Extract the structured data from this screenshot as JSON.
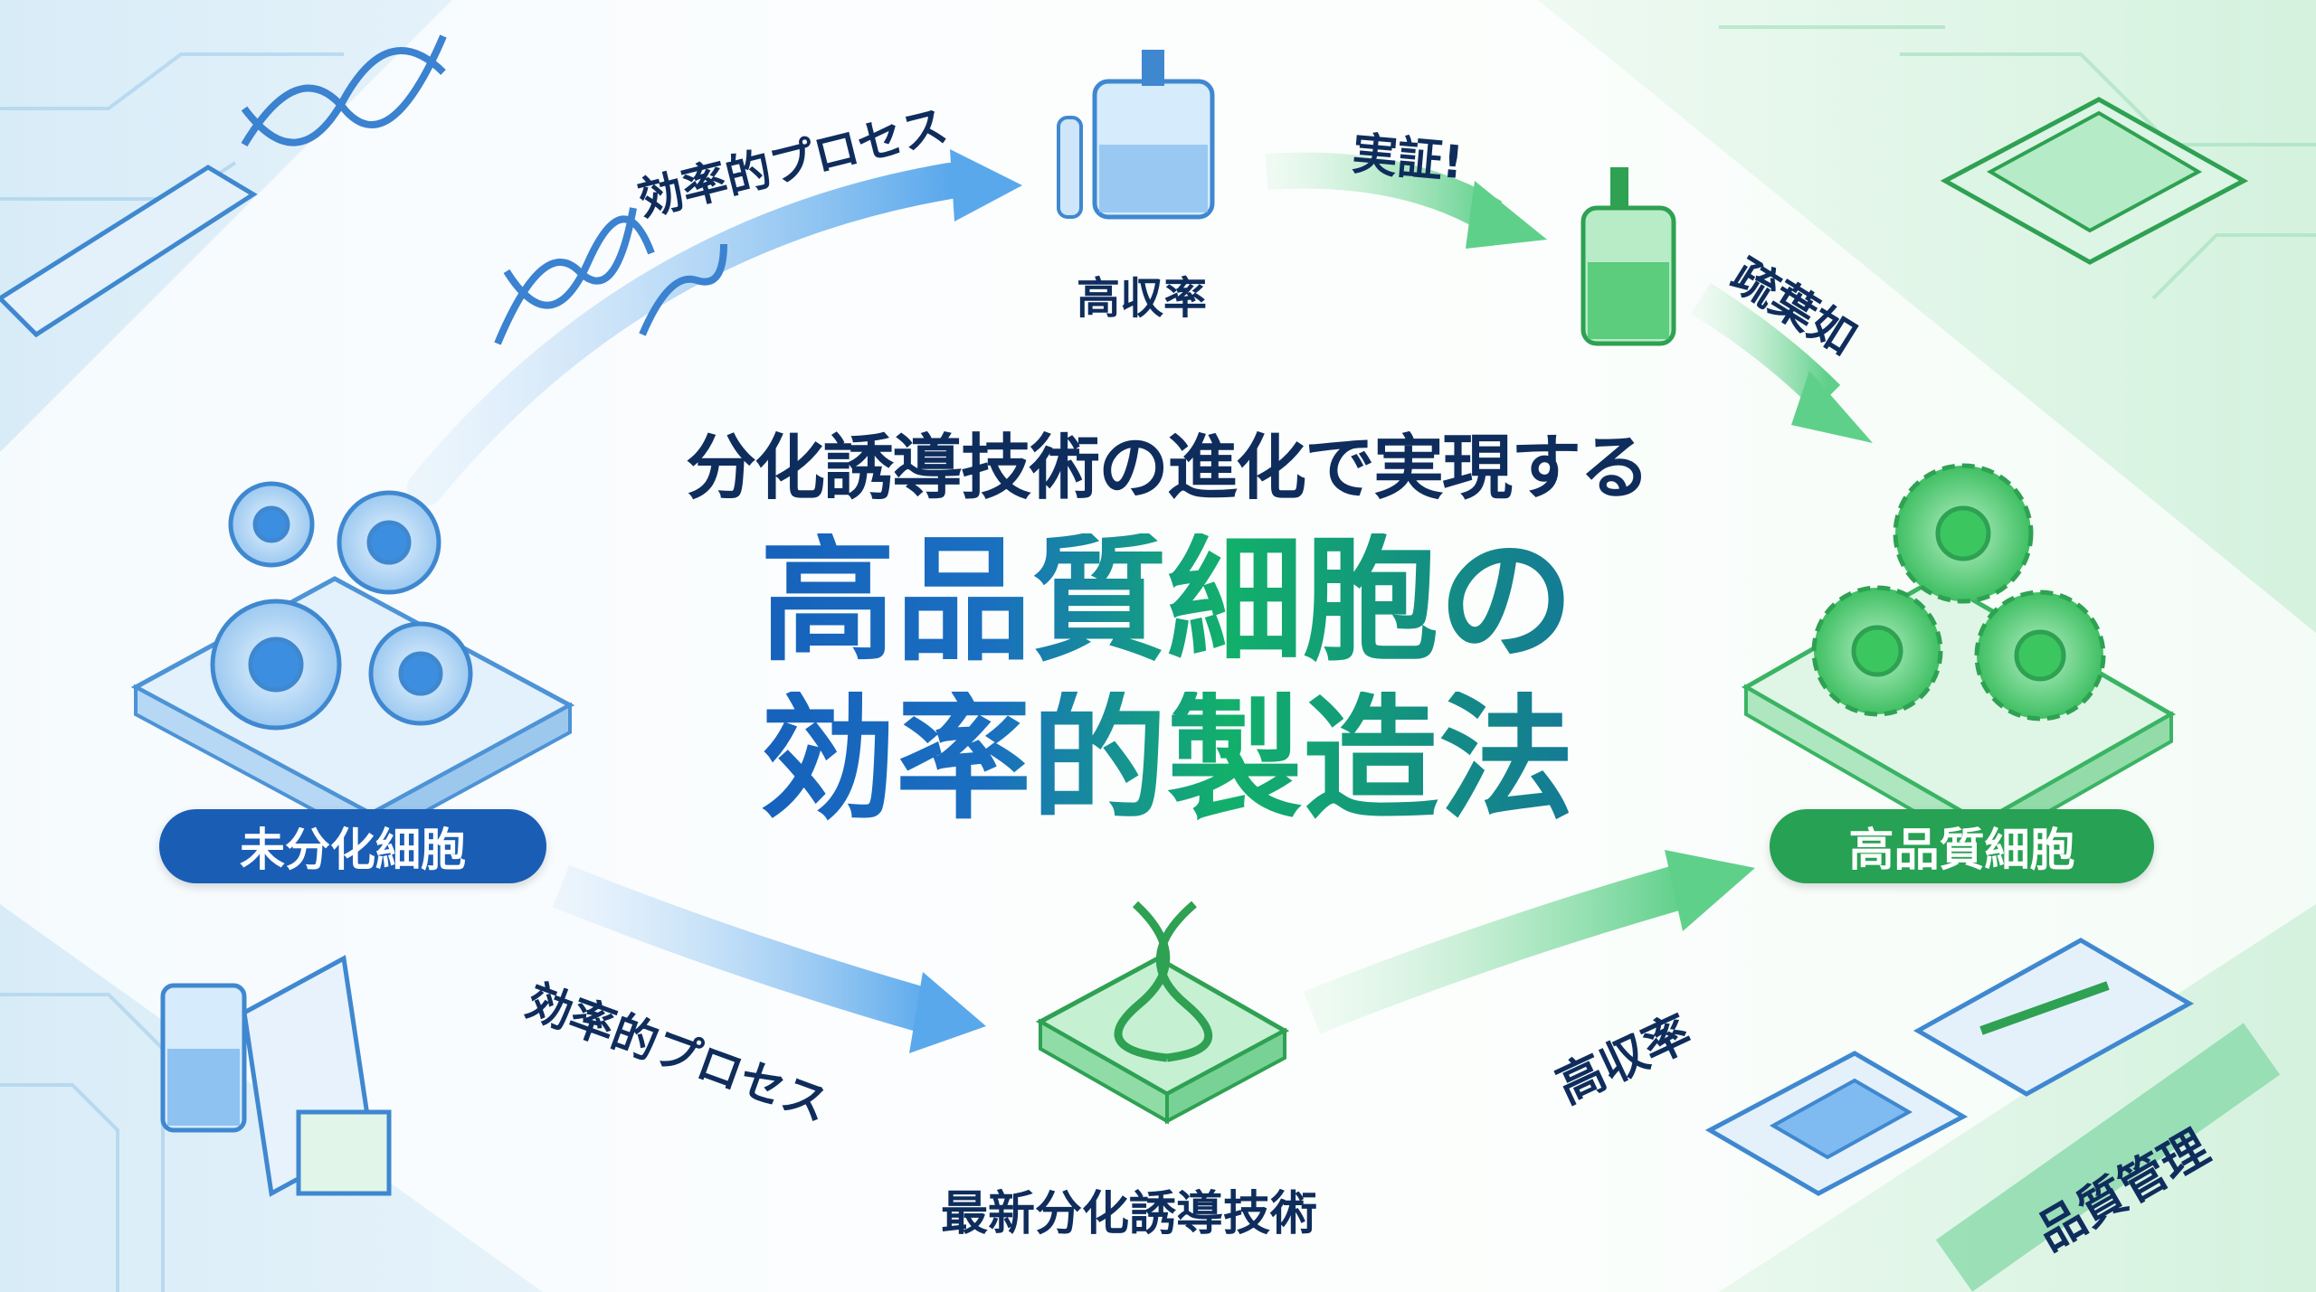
{
  "title": {
    "subtitle": "分化誘導技術の進化で実現する",
    "line1": "高品質細胞の",
    "line2": "効率的製造法"
  },
  "nodes": {
    "start_label": "未分化細胞",
    "end_label": "高品質細胞",
    "tech_label": "最新分化誘導技術",
    "bioreactor_label": "高収率"
  },
  "arrows": {
    "top_left": "効率的プロセス",
    "top_right": "実証!",
    "right_down": "疏葉如",
    "bottom_left": "効率的プロセス",
    "bottom_right": "高収率",
    "quality": "品質管理"
  },
  "colors": {
    "blue": "#1a5db5",
    "green": "#27a153",
    "navy": "#0f2d5c"
  }
}
